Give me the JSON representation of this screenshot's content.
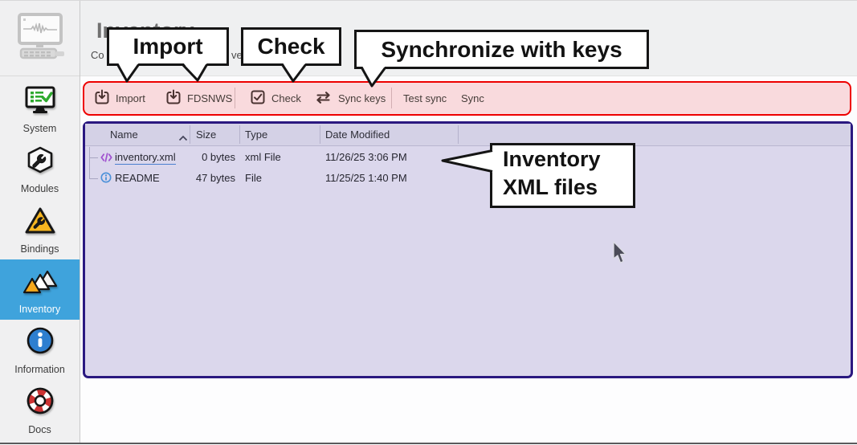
{
  "sidebar": {
    "items": [
      {
        "id": "system",
        "label": "System",
        "icon": "system-monitor-check-icon",
        "selected": false
      },
      {
        "id": "modules",
        "label": "Modules",
        "icon": "module-box-wrench-icon",
        "selected": false
      },
      {
        "id": "bindings",
        "label": "Bindings",
        "icon": "warning-wrench-icon",
        "selected": false
      },
      {
        "id": "inventory",
        "label": "Inventory",
        "icon": "station-triangles-icon",
        "selected": true
      },
      {
        "id": "information",
        "label": "Information",
        "icon": "info-circle-icon",
        "selected": false
      },
      {
        "id": "docs",
        "label": "Docs",
        "icon": "lifebuoy-icon",
        "selected": false
      }
    ]
  },
  "header": {
    "title": "Inventory",
    "subtitle_visible_fragments": [
      "Co",
      "ver"
    ]
  },
  "toolbar": {
    "buttons": [
      {
        "label": "Import",
        "icon": "download-icon"
      },
      {
        "label": "FDSNWS",
        "icon": "download-icon"
      },
      {
        "label": "Check",
        "icon": "checkbox-check-icon"
      },
      {
        "label": "Sync keys",
        "icon": "swap-arrows-icon"
      },
      {
        "label": "Test sync",
        "icon": null
      },
      {
        "label": "Sync",
        "icon": null
      }
    ]
  },
  "file_browser": {
    "columns": [
      {
        "label": "Name",
        "sorted": "asc"
      },
      {
        "label": "Size"
      },
      {
        "label": "Type"
      },
      {
        "label": "Date Modified"
      }
    ],
    "rows": [
      {
        "icon": "xml-code-icon",
        "name": "inventory.xml",
        "size": "0 bytes",
        "type": "xml File",
        "date_modified": "11/26/25 3:06 PM",
        "underlined": true
      },
      {
        "icon": "info-file-icon",
        "name": "README",
        "size": "47 bytes",
        "type": "File",
        "date_modified": "11/25/25 1:40 PM",
        "underlined": false
      }
    ]
  },
  "annotations": {
    "callouts": [
      {
        "id": "import-callout",
        "text": "Import",
        "points_to": "Import and FDSNWS toolbar buttons"
      },
      {
        "id": "check-callout",
        "text": "Check",
        "points_to": "Check toolbar button"
      },
      {
        "id": "sync-callout",
        "text": "Synchronize with keys",
        "points_to": "Sync keys toolbar button"
      },
      {
        "id": "xml-callout",
        "lines": [
          "Inventory",
          "XML files"
        ],
        "points_to": "inventory.xml row"
      }
    ],
    "highlights": [
      {
        "id": "toolbar-highlight",
        "border_color": "#ee0000",
        "fill_color": "#f9dadd"
      },
      {
        "id": "file-area-highlight",
        "border_color": "#2a1880",
        "fill_color": "#dbd7ec"
      }
    ]
  },
  "colors": {
    "sidebar_selected": "#3fa3dc",
    "link_underline": "#4a7fd0",
    "title_gray": "#717171",
    "xml_icon_purple": "#a050cf",
    "info_icon_blue": "#4a90d9",
    "bindings_yellow": "#f7b620",
    "inventory_yellow": "#f5a81c",
    "docs_red": "#cc3333",
    "system_green": "#2faa2f",
    "information_blue": "#2e7fd0"
  }
}
